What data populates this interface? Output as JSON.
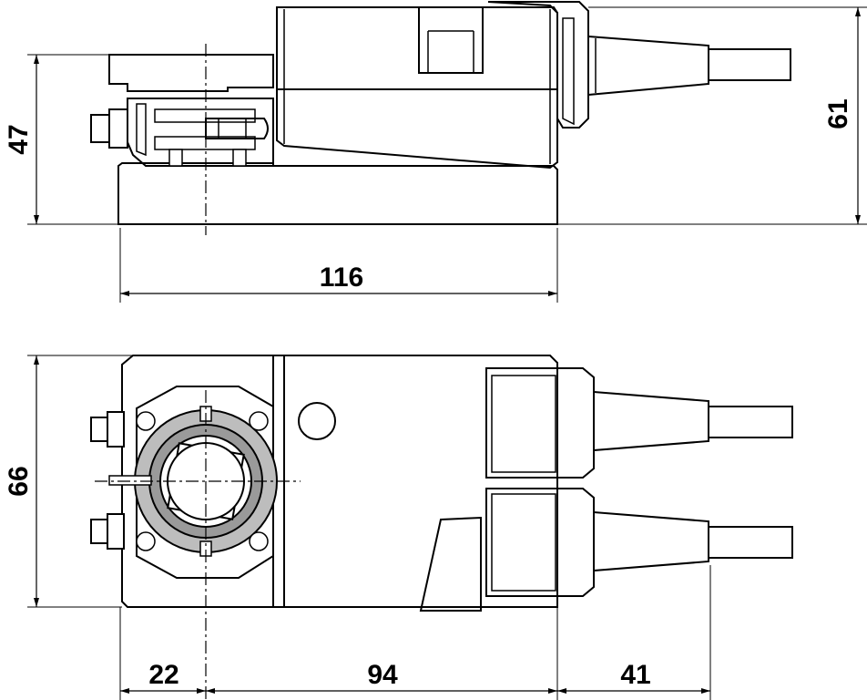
{
  "dimensions": {
    "side_height": "47",
    "total_height": "61",
    "length": "116",
    "width": "66",
    "axis_offset": "22",
    "body_length": "94",
    "cable_length": "41"
  },
  "colors": {
    "housing": "#8f8f8f",
    "housing_dark": "#7d7d7d",
    "line": "#000000",
    "background": "#ffffff"
  }
}
